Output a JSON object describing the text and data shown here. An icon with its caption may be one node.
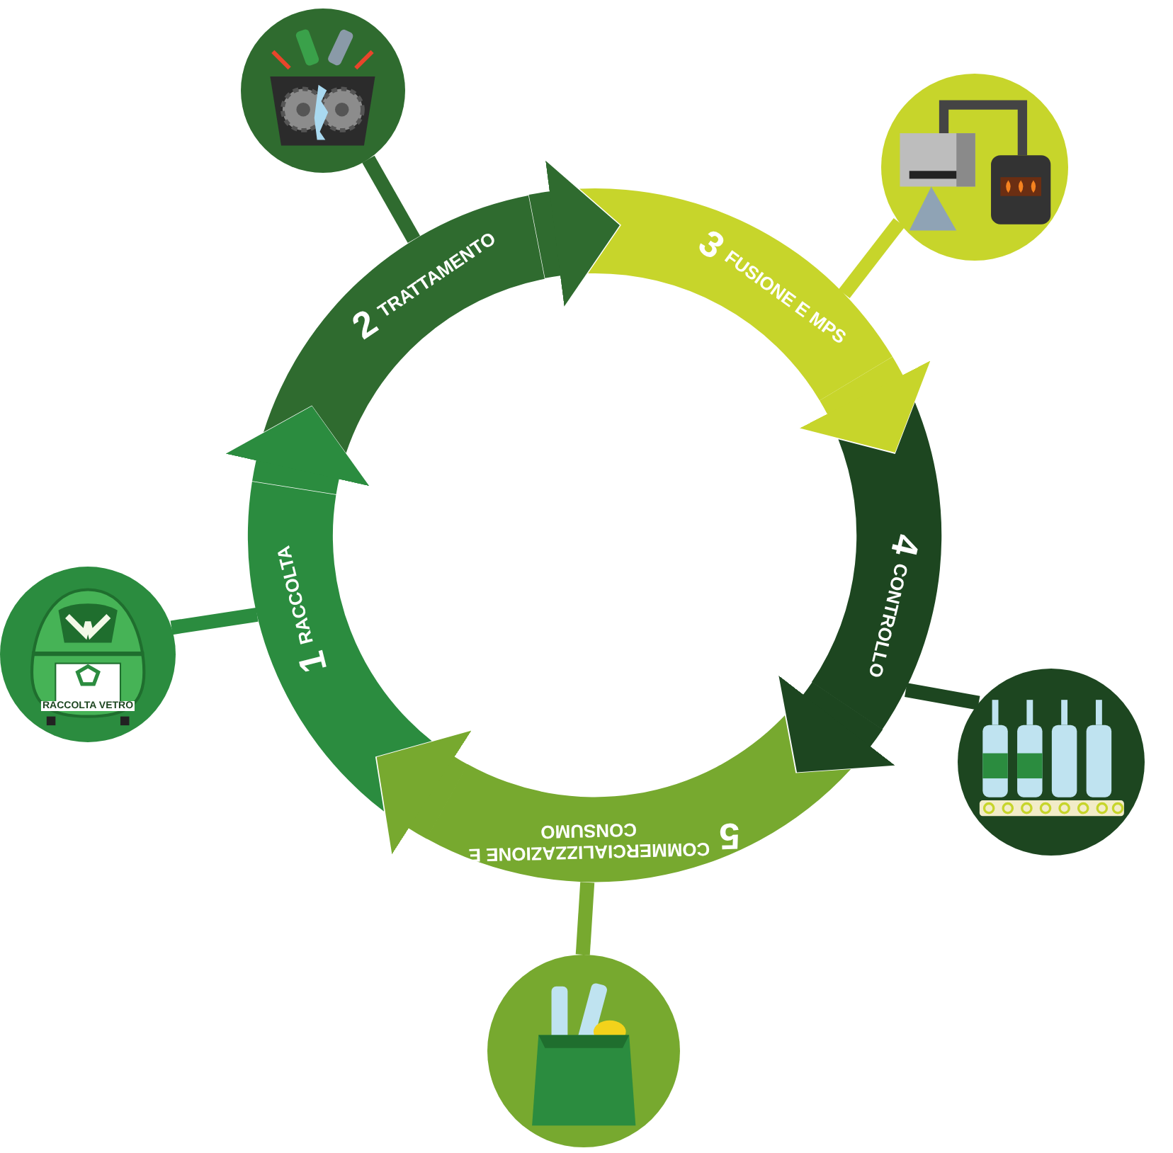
{
  "diagram": {
    "nodes": [
      {
        "text": [
          "1",
          "RACCOLTA"
        ]
      },
      {
        "text": [
          "2",
          "TRATTAMENTO"
        ]
      },
      {
        "text": [
          "3",
          "FUSIONE E MPS"
        ]
      },
      {
        "text": [
          "4",
          "CONTROLLO"
        ]
      },
      {
        "text": [
          "5",
          "COMMERCIALIZZAZIONE E CONSUMO"
        ]
      },
      {
        "text": [],
        "shape": "picture"
      },
      {
        "text": [],
        "shape": "picture"
      },
      {
        "text": [],
        "shape": "picture"
      },
      {
        "text": [],
        "shape": "picture"
      },
      {
        "text": [],
        "shape": "picture"
      }
    ],
    "edges": [
      {
        "from": 0,
        "to": 1,
        "arrow": "to",
        "style": "thick",
        "color": "#2b8c3f"
      },
      {
        "from": 1,
        "to": 2,
        "arrow": "to",
        "style": "thick",
        "color": "#2f6b2f"
      },
      {
        "from": 2,
        "to": 3,
        "arrow": "to",
        "style": "thick",
        "color": "#c7d52b"
      },
      {
        "from": 3,
        "to": 4,
        "arrow": "to",
        "style": "thick",
        "color": "#1d4620"
      },
      {
        "from": 4,
        "to": 0,
        "arrow": "to",
        "style": "thick",
        "color": "#77a92f"
      },
      {
        "from": 0,
        "to": 5,
        "arrow": "none",
        "color": "#2b8c3f"
      },
      {
        "from": 1,
        "to": 6,
        "arrow": "none",
        "color": "#2f6b2f"
      },
      {
        "from": 2,
        "to": 7,
        "arrow": "none",
        "color": "#c7d52b"
      },
      {
        "from": 3,
        "to": 8,
        "arrow": "none",
        "color": "#1d4620"
      },
      {
        "from": 4,
        "to": 9,
        "arrow": "none",
        "color": "#77a92f"
      }
    ],
    "labels": [
      "RACCOLTA VETRO"
    ]
  }
}
